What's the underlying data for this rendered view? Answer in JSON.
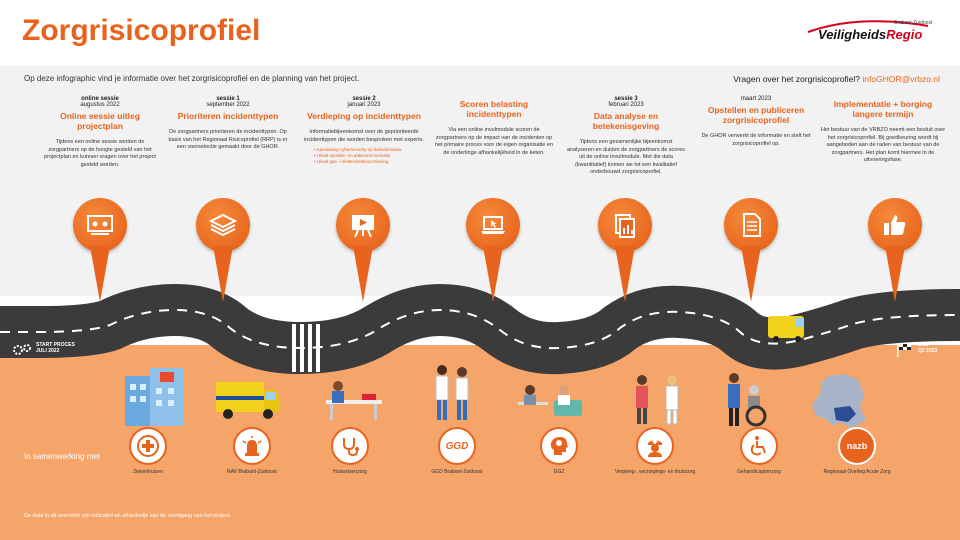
{
  "header": {
    "title": "Zorgrisicoprofiel",
    "logo_main": "Veiligheids",
    "logo_accent": "Regio",
    "logo_sub": "Brabant-Zuidoost"
  },
  "intro": "Op deze infographic vind je informatie over het zorgrisicoprofiel en de planning van het project.",
  "contact": {
    "question": "Vragen over het zorgrisicoprofiel?",
    "email": "infoGHOR@vrbzo.nl"
  },
  "stages": [
    {
      "label": "online sessie",
      "date": "augustus 2022",
      "title": "Online sessie uitleg projectplan",
      "desc": "Tijdens een online sessie worden de zorgpartners op de hoogte gesteld van het projectplan en kunnen vragen over het project gesteld worden.",
      "icon": "presentation-screen-icon"
    },
    {
      "label": "sessie 1",
      "date": "september 2022",
      "title": "Prioriteren incidenttypen",
      "desc": "De zorgpartners prioriteren de incidenttypen. Op basis van het Regionaal Risicoprofiel (RRP) is er een voorselectie gemaakt door de GHOR.",
      "icon": "layers-icon"
    },
    {
      "label": "sessie 2",
      "date": "januari 2023",
      "title": "Verdieping op incidenttypen",
      "desc": "Informatiebijeenkomst over de geprioriteerde incidenttypen die worden besproken met experts.",
      "bullets": [
        "Aansluiting cybersecurity op beleidsniveau",
        "Uitval sprinkle- en datacommunicatie",
        "Uitval gas- / elektriciteitsvoorziening"
      ],
      "icon": "easel-play-icon"
    },
    {
      "label": "",
      "date": "",
      "title": "Scoren belasting incidenttypen",
      "desc": "Via een online invulmodule scoren de zorgpartners op de impact van de incidenten op het primaire proces voor de eigen organisatie en de onderlinge afhankelijkheid in de keten.",
      "icon": "laptop-cursor-icon"
    },
    {
      "label": "sessie 3",
      "date": "februari 2023",
      "title": "Data analyse en betekenisgeving",
      "desc": "Tijdens een gezamenlijke bijeenkomst analyseren en duiden de zorgpartners de scores uit de online invulmodule. Met die data (kwantitatief) komen we tot een kwalitatief onderbouwd zorgrisicoprofiel.",
      "icon": "documents-chart-icon"
    },
    {
      "label": "",
      "date": "maart 2023",
      "title": "Opstellen en publiceren zorgrisicoprofiel",
      "desc": "De GHOR verwerkt de informatie en stelt het zorgrisicoprofiel op.",
      "icon": "document-icon"
    },
    {
      "label": "",
      "date": "",
      "title": "Implementatie + borging langere termijn",
      "desc": "Het bestuur van de VRBZO neemt een besluit over het zorgrisicoprofiel. Bij goedkeuring wordt hij aangeboden aan de raden van bestuur van de zorgpartners. Het plan komt hiermee in de uitvoeringsfase.",
      "icon": "thumbs-up-icon"
    }
  ],
  "road": {
    "start": [
      "START PROCES",
      "JULI 2022"
    ],
    "end": [
      "END",
      "Q2 2023"
    ]
  },
  "partners_title": "In samenwerking met",
  "partners": [
    {
      "label": "Ziekenhuizen",
      "icon": "cross-icon"
    },
    {
      "label": "RAV Brabant-Zuidoost",
      "icon": "siren-icon"
    },
    {
      "label": "Huisartsenzorg",
      "icon": "stethoscope-icon"
    },
    {
      "label": "GGD Brabant-Zuidoost",
      "icon": "ggd-logo-icon",
      "logo_text": "GGD"
    },
    {
      "label": "GGZ",
      "icon": "head-cloud-icon"
    },
    {
      "label": "Verpleeg-, verzorgings- en thuiszorg",
      "icon": "nurse-icon"
    },
    {
      "label": "Gehandicaptenzorg",
      "icon": "wheelchair-icon"
    },
    {
      "label": "Regionaal Overleg Acute Zorg",
      "icon": "nazb-logo-icon",
      "logo_text": "nazb"
    }
  ],
  "footnote": "De data in dit overzicht zijn indicatief en afhankelijk van de voortgang van het project.",
  "colors": {
    "accent": "#e8631e",
    "band": "#f5a46a",
    "road": "#3b3b3b"
  }
}
